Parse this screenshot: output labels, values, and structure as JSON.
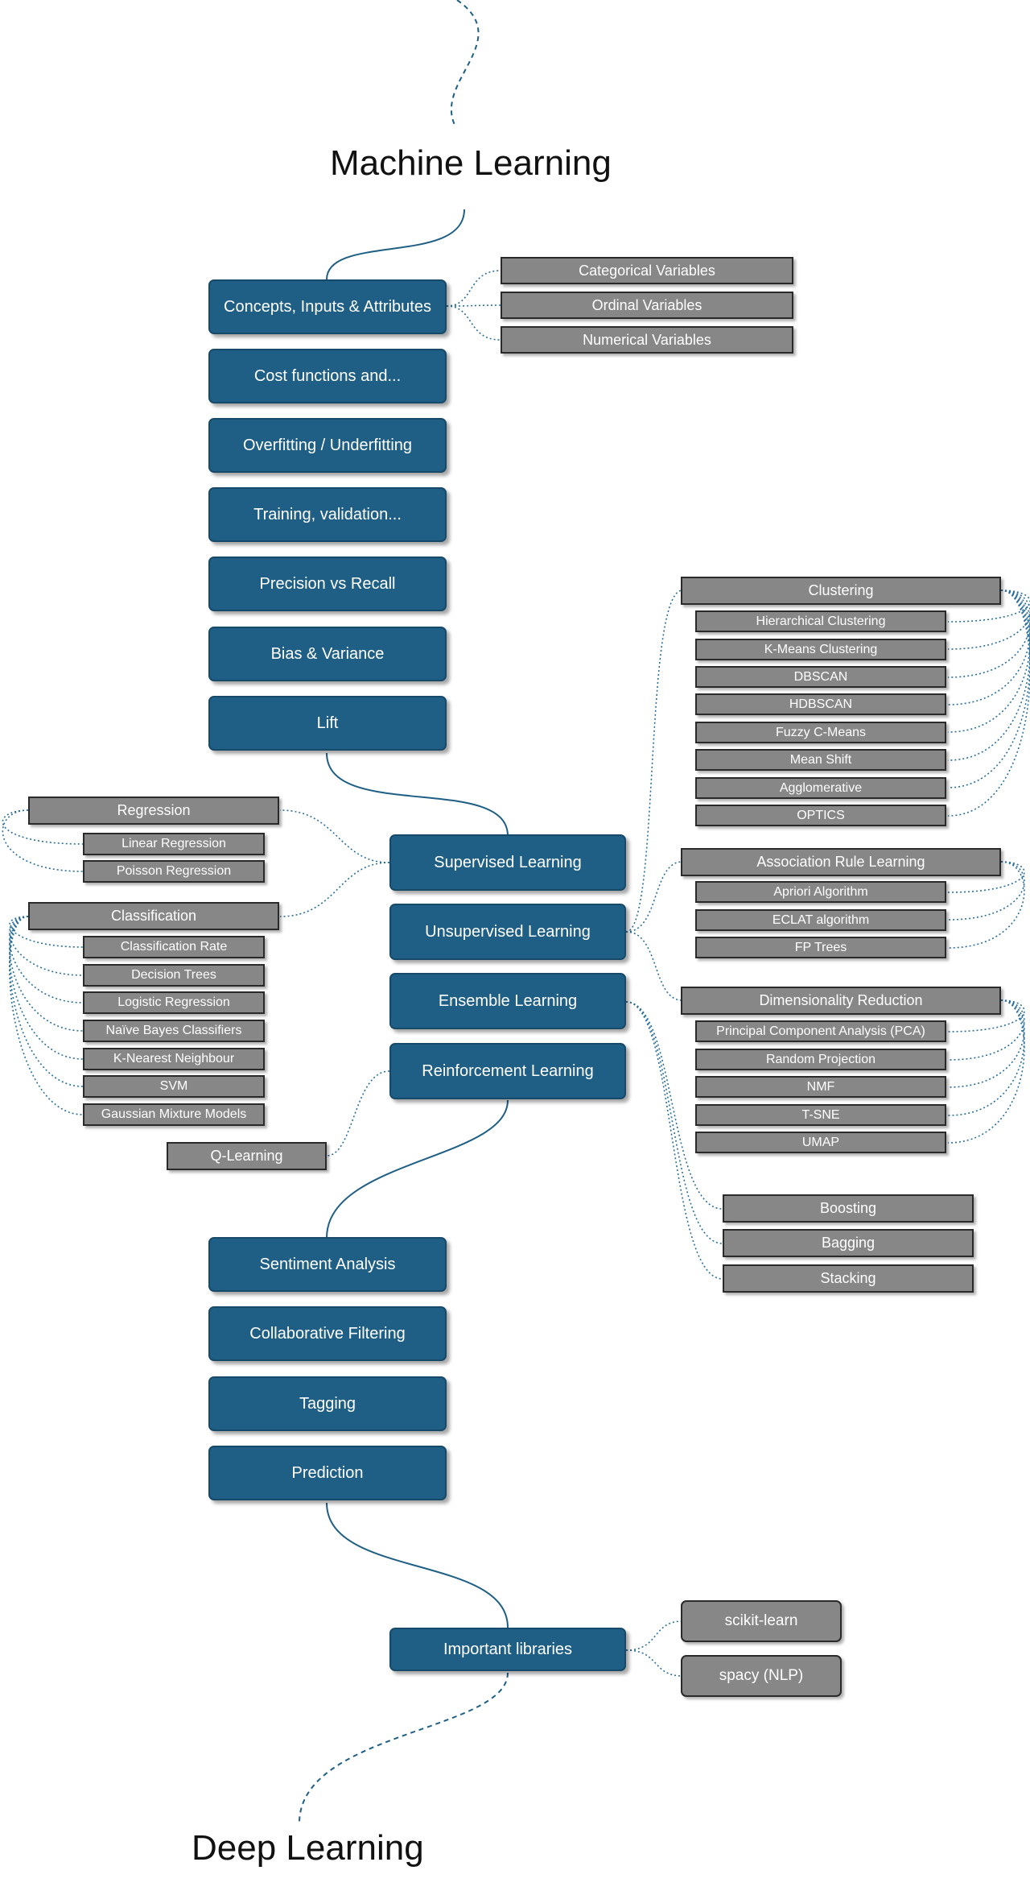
{
  "titles": {
    "top": "Machine Learning",
    "bottom": "Deep Learning"
  },
  "concepts": [
    "Concepts, Inputs & Attributes",
    "Cost functions and...",
    "Overfitting / Underfitting",
    "Training, validation...",
    "Precision vs Recall",
    "Bias & Variance",
    "Lift"
  ],
  "variables": [
    "Categorical Variables",
    "Ordinal Variables",
    "Numerical Variables"
  ],
  "learning": [
    "Supervised Learning",
    "Unsupervised Learning",
    "Ensemble Learning",
    "Reinforcement Learning"
  ],
  "regression": {
    "label": "Regression",
    "items": [
      "Linear Regression",
      "Poisson Regression"
    ]
  },
  "classification": {
    "label": "Classification",
    "items": [
      "Classification Rate",
      "Decision Trees",
      "Logistic Regression",
      "Naïve Bayes Classifiers",
      "K-Nearest Neighbour",
      "SVM",
      "Gaussian Mixture Models"
    ]
  },
  "q_learning": "Q-Learning",
  "clustering": {
    "label": "Clustering",
    "items": [
      "Hierarchical Clustering",
      "K-Means Clustering",
      "DBSCAN",
      "HDBSCAN",
      "Fuzzy C-Means",
      "Mean Shift",
      "Agglomerative",
      "OPTICS"
    ]
  },
  "association": {
    "label": "Association Rule Learning",
    "items": [
      "Apriori Algorithm",
      "ECLAT algorithm",
      "FP Trees"
    ]
  },
  "dimensionality": {
    "label": "Dimensionality Reduction",
    "items": [
      "Principal Component Analysis (PCA)",
      "Random Projection",
      "NMF",
      "T-SNE",
      "UMAP"
    ]
  },
  "ensemble": [
    "Boosting",
    "Bagging",
    "Stacking"
  ],
  "applications": [
    "Sentiment Analysis",
    "Collaborative Filtering",
    "Tagging",
    "Prediction"
  ],
  "libraries": {
    "label": "Important libraries",
    "items": [
      "scikit-learn",
      "spacy (NLP)"
    ]
  },
  "colors": {
    "node_blue": "#1f5f85",
    "node_gray": "#878787",
    "link_solid": "#1f5f85",
    "link_dotted": "#2a6f9a"
  }
}
